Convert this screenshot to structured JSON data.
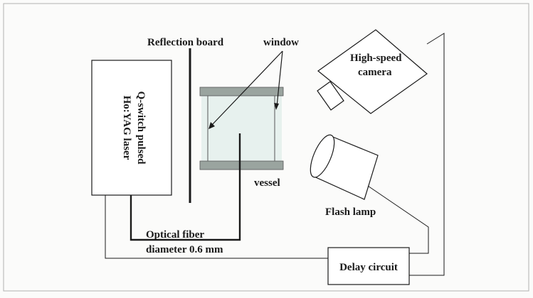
{
  "diagram": {
    "labels": {
      "reflection_board": "Reflection board",
      "window": "window",
      "laser_line1": "Q-switch pulsed",
      "laser_line2": "Ho:YAG laser",
      "camera_line1": "High-speed",
      "camera_line2": "camera",
      "vessel": "vessel",
      "flash_lamp": "Flash lamp",
      "fiber_line1": "Optical fiber",
      "fiber_line2": "diameter 0.6 mm",
      "delay_circuit": "Delay circuit"
    }
  },
  "colors": {
    "line": "#1a1a1a",
    "vessel_wall": "#9aa49f",
    "vessel_fill": "#e7f1ee",
    "background": "#fbfbfa"
  }
}
